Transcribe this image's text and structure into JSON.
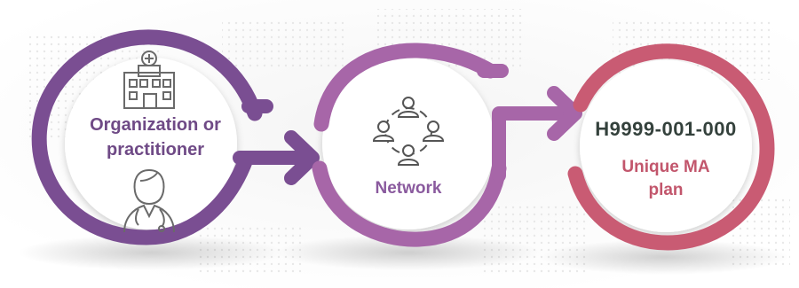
{
  "nodes": [
    {
      "id": "organization",
      "label": "Organization or practitioner",
      "lines": [
        "Organization or",
        "practitioner"
      ],
      "icons": [
        "hospital-icon",
        "doctor-icon"
      ]
    },
    {
      "id": "network",
      "label": "Network",
      "icons": [
        "network-people-icon"
      ]
    },
    {
      "id": "ma-plan",
      "code": "H9999-001-000",
      "label": "Unique MA plan",
      "lines": [
        "Unique MA",
        "plan"
      ]
    }
  ],
  "colors": {
    "purple_dark": "#7a4e92",
    "purple_mid": "#a766a8",
    "rose": "#c95b73",
    "text_dark": "#34413c"
  }
}
